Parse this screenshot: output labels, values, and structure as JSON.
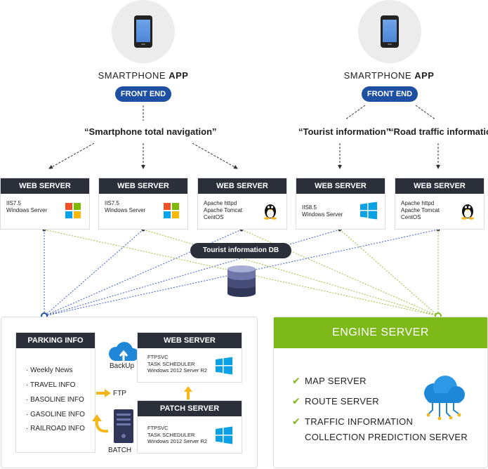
{
  "apps": [
    {
      "title_prefix": "SMARTPHONE ",
      "title_bold": "APP",
      "frontend": "FRONT END"
    },
    {
      "title_prefix": "SMARTPHONE ",
      "title_bold": "APP",
      "frontend": "FRONT END"
    }
  ],
  "quotes": [
    "“Smartphone total navigation”",
    "“Tourist information”",
    "“Road traffic information”"
  ],
  "web_servers": [
    {
      "title": "WEB SERVER",
      "lines": [
        "IIS7.5",
        "Windows Server"
      ],
      "os": "windows-flag-icon"
    },
    {
      "title": "WEB SERVER",
      "lines": [
        "IIS7.5",
        "Windows Server"
      ],
      "os": "windows-flag-icon"
    },
    {
      "title": "WEB SERVER",
      "lines": [
        "Apache httpd",
        "Apache Tomcat",
        "CentOS"
      ],
      "os": "linux-tux-icon"
    },
    {
      "title": "WEB SERVER",
      "lines": [
        "IIS8.5",
        "Windows Server"
      ],
      "os": "windows-modern-icon"
    },
    {
      "title": "WEB SERVER",
      "lines": [
        "Apache httpd",
        "Apache Tomcat",
        "CentOS"
      ],
      "os": "linux-tux-icon"
    }
  ],
  "db": {
    "label": "Tourist information DB"
  },
  "parking": {
    "title": "PARKING INFO",
    "items": [
      "· Weekly News",
      "· TRAVEL INFO",
      "· BASOLINE INFO",
      "· GASOLINE INFO",
      "· RAILROAD INFO"
    ]
  },
  "backup": {
    "label": "BackUp"
  },
  "ftp": {
    "label": "FTP"
  },
  "batch": {
    "label": "BATCH"
  },
  "sub_web": {
    "title": "WEB SERVER",
    "lines": [
      "FTPSVC",
      "TASK SCHEDULER",
      "Windows 2012 Server R2"
    ]
  },
  "patch": {
    "title": "PATCH SERVER",
    "lines": [
      "FTPSVC",
      "TASK SCHEDULER",
      "Windows 2012 Server R2"
    ]
  },
  "engine": {
    "title": "ENGINE SERVER",
    "items": [
      "MAP SERVER",
      "ROUTE SERVER",
      "TRAFFIC INFORMATION",
      "COLLECTION PREDICTION SERVER"
    ]
  },
  "colors": {
    "navy": "#2b2f3a",
    "blue_pill": "#1d4fa3",
    "green": "#7cb919",
    "windows_blue": "#0aa1e6",
    "arrow_yellow": "#f5b61b"
  }
}
